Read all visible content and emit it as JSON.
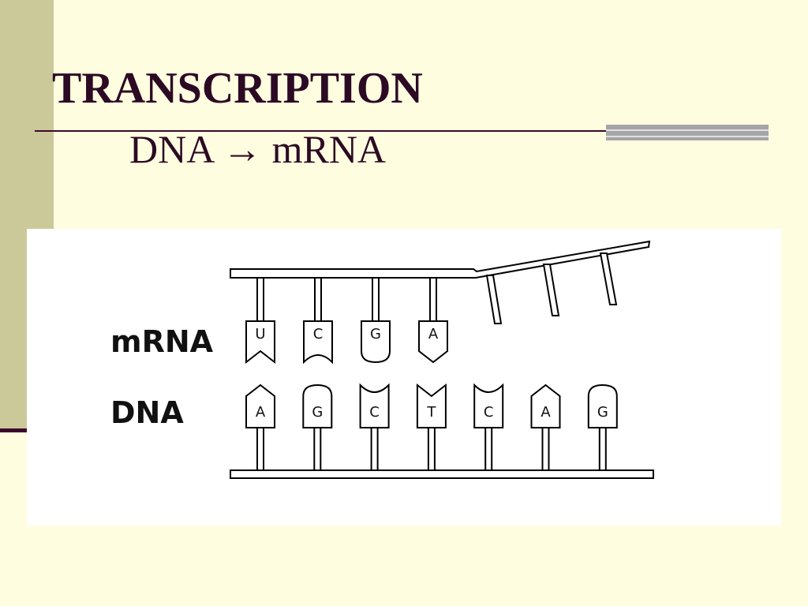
{
  "slide": {
    "title": "TRANSCRIPTION",
    "subtitle": {
      "from": "DNA",
      "arrow": "→",
      "to": "mRNA"
    }
  },
  "colors": {
    "background": "#fffde0",
    "left_band": "#cbc99a",
    "title_text": "#2c0a24",
    "rule": "#3a0a2a",
    "accent_bar": "#a5a5a8"
  },
  "diagram": {
    "mrna_label": "mRNA",
    "dna_label": "DNA",
    "mrna_bases": [
      {
        "letter": "U",
        "shape": "chevron-notch"
      },
      {
        "letter": "C",
        "shape": "curve-notch"
      },
      {
        "letter": "G",
        "shape": "round"
      },
      {
        "letter": "A",
        "shape": "point"
      }
    ],
    "mrna_unpaired_stalks": 3,
    "dna_bases": [
      {
        "letter": "A",
        "shape": "chevron-notch"
      },
      {
        "letter": "G",
        "shape": "curve-notch"
      },
      {
        "letter": "C",
        "shape": "round"
      },
      {
        "letter": "T",
        "shape": "point"
      },
      {
        "letter": "C",
        "shape": "round"
      },
      {
        "letter": "A",
        "shape": "chevron-notch"
      },
      {
        "letter": "G",
        "shape": "curve-notch"
      }
    ]
  }
}
